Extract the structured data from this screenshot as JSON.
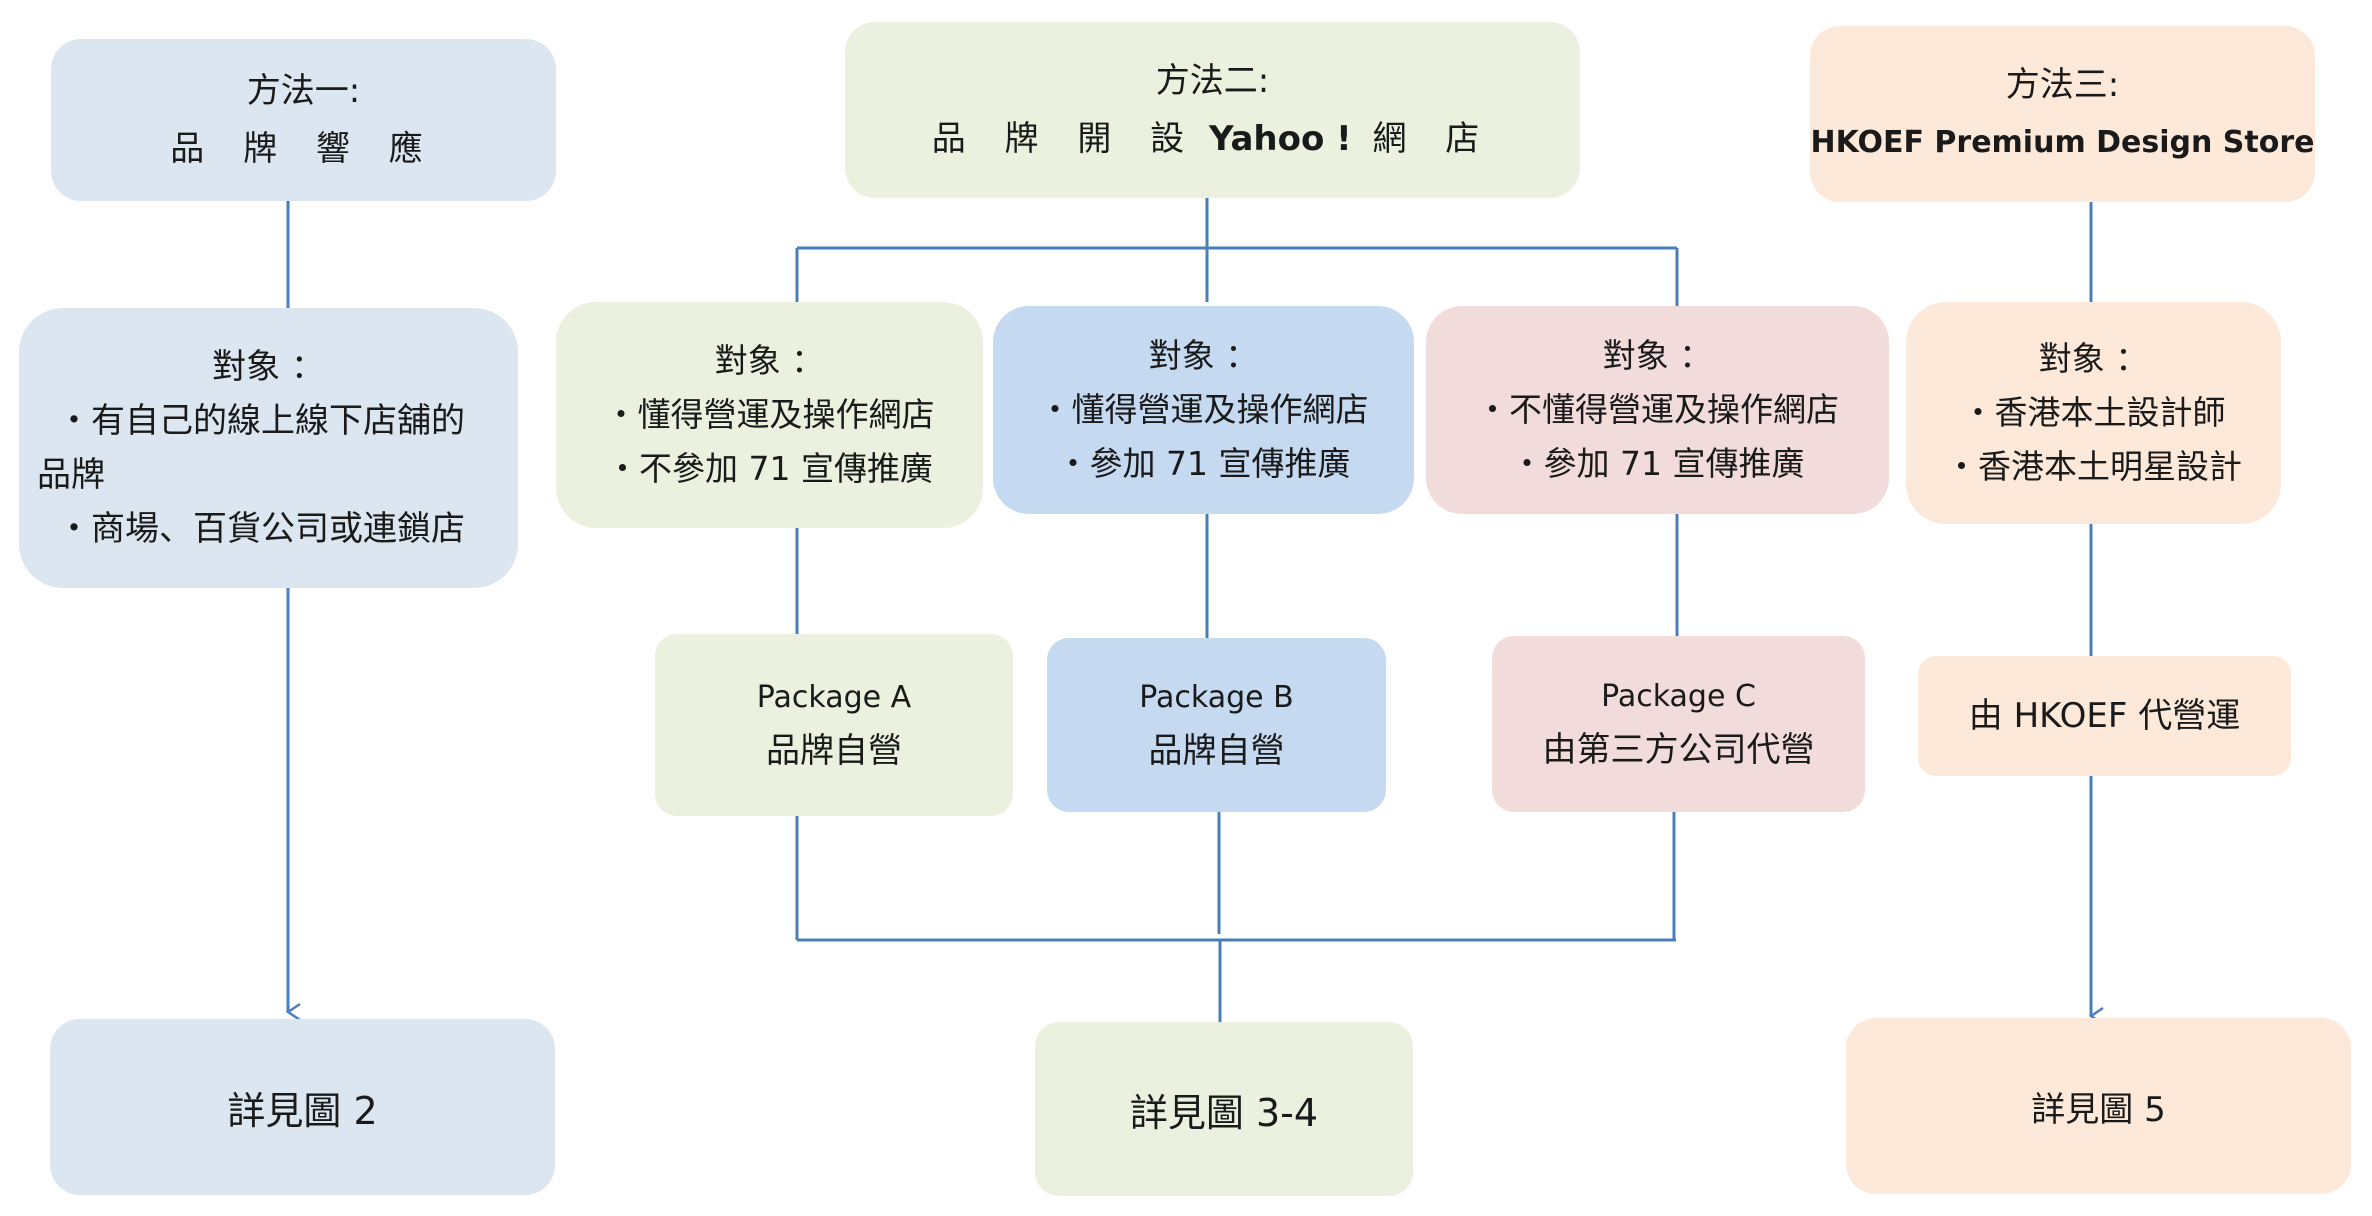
{
  "method1": {
    "title": "方法一:",
    "subtitle": "品 牌 響 應",
    "target_heading": "對象 ：",
    "target_items": [
      "・有自己的線上線下店舖的",
      "品牌",
      "・商場、百貨公司或連鎖店"
    ],
    "detail": "詳見圖 2"
  },
  "method2": {
    "title": "方法二:",
    "subtitle_prefix": "品 牌 開 設",
    "subtitle_bold": "Yahoo !",
    "subtitle_suffix": "網 店",
    "detail": "詳見圖 3-4",
    "packages": [
      {
        "target_heading": "對象 ：",
        "target_items": [
          "・懂得營運及操作網店",
          "・不參加 71 宣傳推廣"
        ],
        "package_name": "Package A",
        "package_desc": "品牌自營"
      },
      {
        "target_heading": "對象 ：",
        "target_items": [
          "・懂得營運及操作網店",
          "・參加 71 宣傳推廣"
        ],
        "package_name": "Package B",
        "package_desc": "品牌自營"
      },
      {
        "target_heading": "對象 ：",
        "target_items": [
          "・不懂得營運及操作網店",
          "・參加 71 宣傳推廣"
        ],
        "package_name": "Package C",
        "package_desc": "由第三方公司代營"
      }
    ]
  },
  "method3": {
    "title": "方法三:",
    "subtitle": "HKOEF Premium Design Store",
    "target_heading": "對象 ：",
    "target_items": [
      "・香港本土設計師",
      "・香港本土明星設計"
    ],
    "operator": "由 HKOEF 代營運",
    "detail": "詳見圖 5"
  },
  "colors": {
    "line": "#4a7ebb",
    "light_blue": "#dce6f1",
    "blue": "#c5d9f1",
    "green": "#ebf1de",
    "pink": "#f2dcdb",
    "peach": "#fde9d9"
  }
}
